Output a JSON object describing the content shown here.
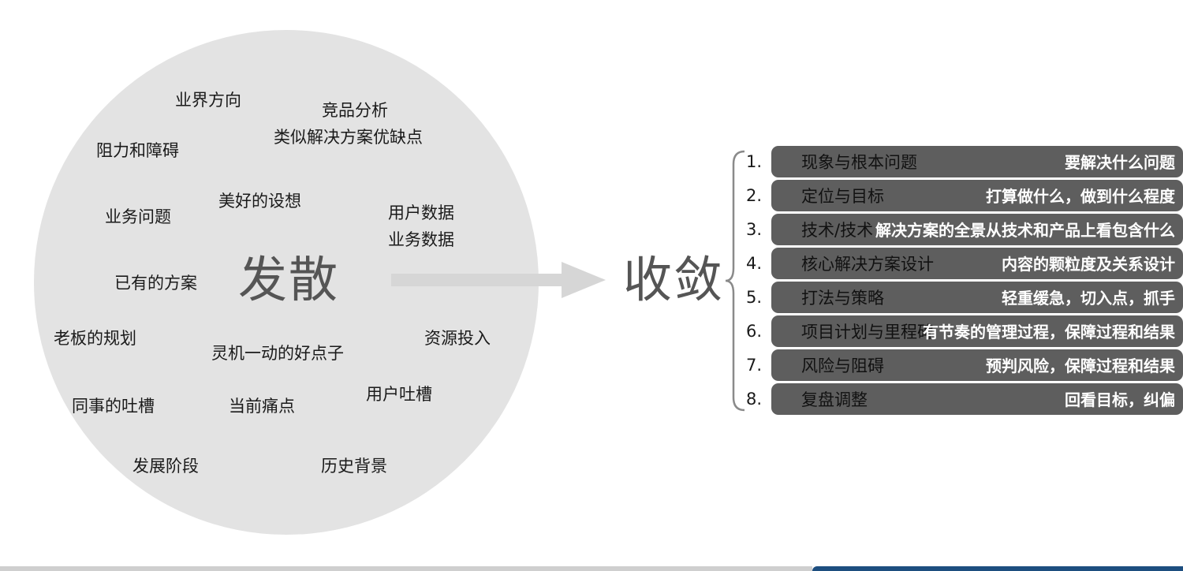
{
  "diverge": {
    "title": "发散",
    "words": [
      "业界方向",
      "竞品分析",
      "类似解决方案优缺点",
      "阻力和障碍",
      "美好的设想",
      "业务问题",
      "用户数据",
      "业务数据",
      "已有的方案",
      "老板的规划",
      "资源投入",
      "灵机一动的好点子",
      "用户吐槽",
      "同事的吐槽",
      "当前痛点",
      "发展阶段",
      "历史背景"
    ]
  },
  "converge": {
    "title": "收敛",
    "items": [
      {
        "num": "1.",
        "label": "现象与根本问题",
        "note": "要解决什么问题"
      },
      {
        "num": "2.",
        "label": "定位与目标",
        "note": "打算做什么，做到什么程度"
      },
      {
        "num": "3.",
        "label": "技术/技术",
        "note": "解决方案的全景从技术和产品上看包含什么"
      },
      {
        "num": "4.",
        "label": "核心解决方案设计",
        "note": "内容的颗粒度及关系设计"
      },
      {
        "num": "5.",
        "label": "打法与策略",
        "note": "轻重缓急，切入点，抓手"
      },
      {
        "num": "6.",
        "label": "项目计划与里程碑",
        "note": "有节奏的管理过程，保障过程和结果"
      },
      {
        "num": "7.",
        "label": "风险与阻碍",
        "note": "预判风险，保障过程和结果"
      },
      {
        "num": "8.",
        "label": "复盘调整",
        "note": "回看目标，纠偏"
      }
    ]
  },
  "colors": {
    "circle": "#e3e3e3",
    "bar": "#5e5e5e",
    "arrow": "#d6d6d6",
    "footer_accent": "#1d4e7f"
  }
}
